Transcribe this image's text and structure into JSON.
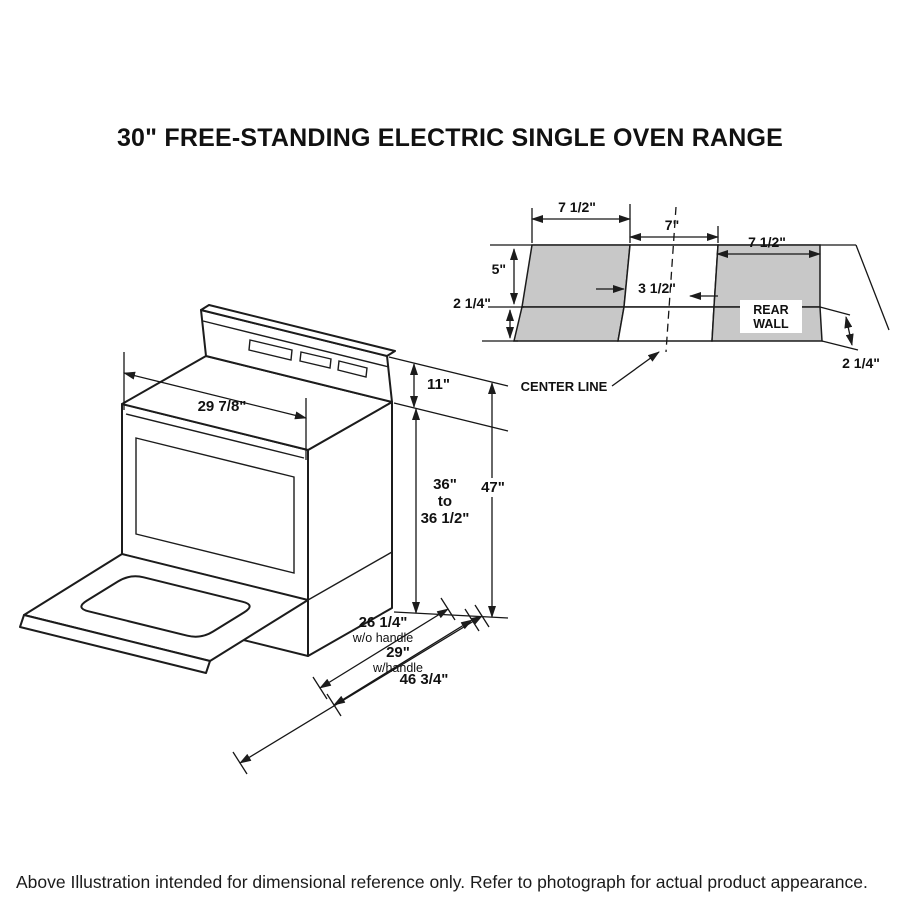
{
  "title": "30\" FREE-STANDING ELECTRIC SINGLE OVEN RANGE",
  "footer": "Above Illustration intended for dimensional reference only. Refer to photograph for actual product appearance.",
  "colors": {
    "wall_fill": "#c8c8c8",
    "line": "#1c1c1c"
  },
  "range": {
    "width": "29 7/8\"",
    "backsplash_height": "11\"",
    "height_min": "36\"",
    "height_joiner": "to",
    "height_max": "36 1/2\"",
    "overall_height": "47\"",
    "depth_wo_handle": "26 1/4\"",
    "depth_wo_handle_note": "w/o handle",
    "depth_w_handle": "29\"",
    "depth_w_handle_note": "w/handle",
    "depth_door_open": "46 3/4\""
  },
  "wall": {
    "offset_left": "7 1/2\"",
    "offset_center": "7\"",
    "offset_right": "7 1/2\"",
    "height_upper": "5\"",
    "height_lower": "2 1/4\"",
    "outlet_offset": "3 1/2\"",
    "height_lower_right": "2 1/4\"",
    "rear_wall_line1": "REAR",
    "rear_wall_line2": "WALL",
    "center_line": "CENTER LINE"
  }
}
